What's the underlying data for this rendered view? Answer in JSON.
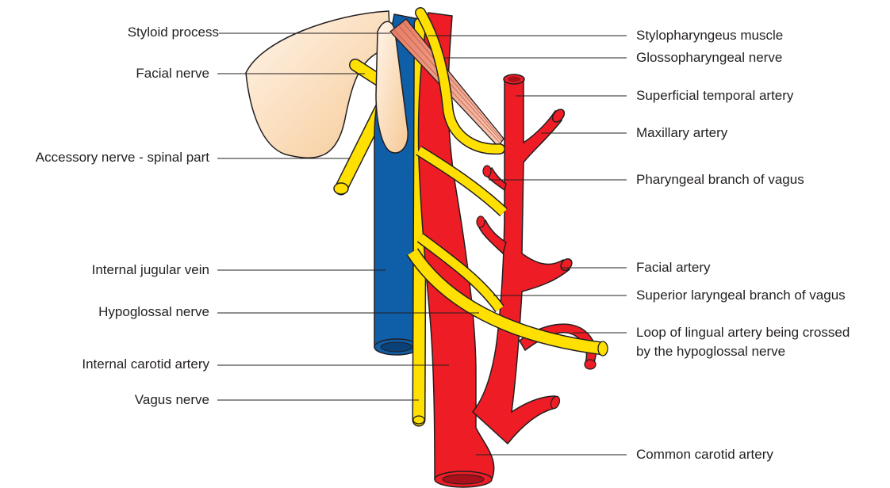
{
  "colors": {
    "artery": "#ee1c25",
    "vein": "#0f5ea8",
    "nerve": "#ffe000",
    "muscle": "#f2a58c",
    "bone": "#f8d8b0",
    "outline": "#231f20"
  },
  "labels": {
    "left": {
      "styloid_process": "Styloid process",
      "facial_nerve": "Facial nerve",
      "accessory_nerve": "Accessory nerve - spinal part",
      "internal_jugular_vein": "Internal jugular vein",
      "hypoglossal_nerve": "Hypoglossal nerve",
      "internal_carotid_artery": "Internal carotid artery",
      "vagus_nerve": "Vagus nerve"
    },
    "right": {
      "stylopharyngeus_muscle": "Stylopharyngeus muscle",
      "glossopharyngeal_nerve": "Glossopharyngeal nerve",
      "superficial_temporal_artery": "Superficial temporal artery",
      "maxillary_artery": "Maxillary artery",
      "pharyngeal_branch_vagus": "Pharyngeal branch of vagus",
      "facial_artery": "Facial artery",
      "superior_laryngeal_branch": "Superior laryngeal branch of vagus",
      "lingual_loop_line1": "Loop of lingual artery being crossed",
      "lingual_loop_line2": "by the hypoglossal nerve",
      "common_carotid_artery": "Common carotid artery"
    }
  }
}
